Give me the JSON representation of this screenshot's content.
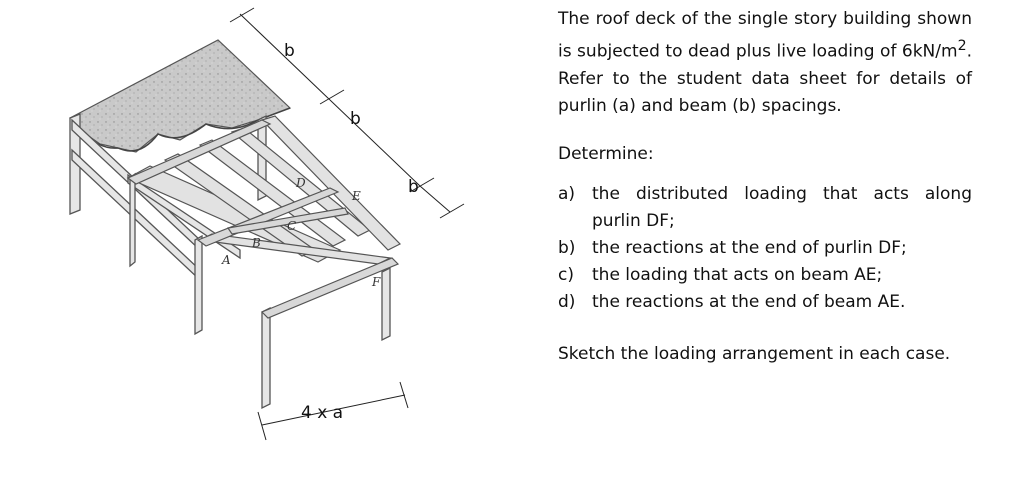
{
  "figure": {
    "dim_labels": {
      "b1": "b",
      "b2": "b",
      "b3": "b",
      "bottom": "4 x a"
    },
    "points": [
      "A",
      "B",
      "C",
      "D",
      "E",
      "F"
    ]
  },
  "problem": {
    "intro_before": "The roof deck of the single story building shown is subjected to dead plus live loading of 6kN/m",
    "intro_sup": "2",
    "intro_after": ".  Refer to the student data sheet for details of purlin (a) and beam (b) spacings.",
    "determine": "Determine:",
    "questions": [
      {
        "letter": "a)",
        "text": "the distributed loading that acts along purlin DF;"
      },
      {
        "letter": "b)",
        "text": "the reactions at the end of purlin DF;"
      },
      {
        "letter": "c)",
        "text": "the loading that acts on beam AE;"
      },
      {
        "letter": "d)",
        "text": "the reactions at the end of beam AE."
      }
    ],
    "sketch": "Sketch the loading arrangement in each case."
  }
}
